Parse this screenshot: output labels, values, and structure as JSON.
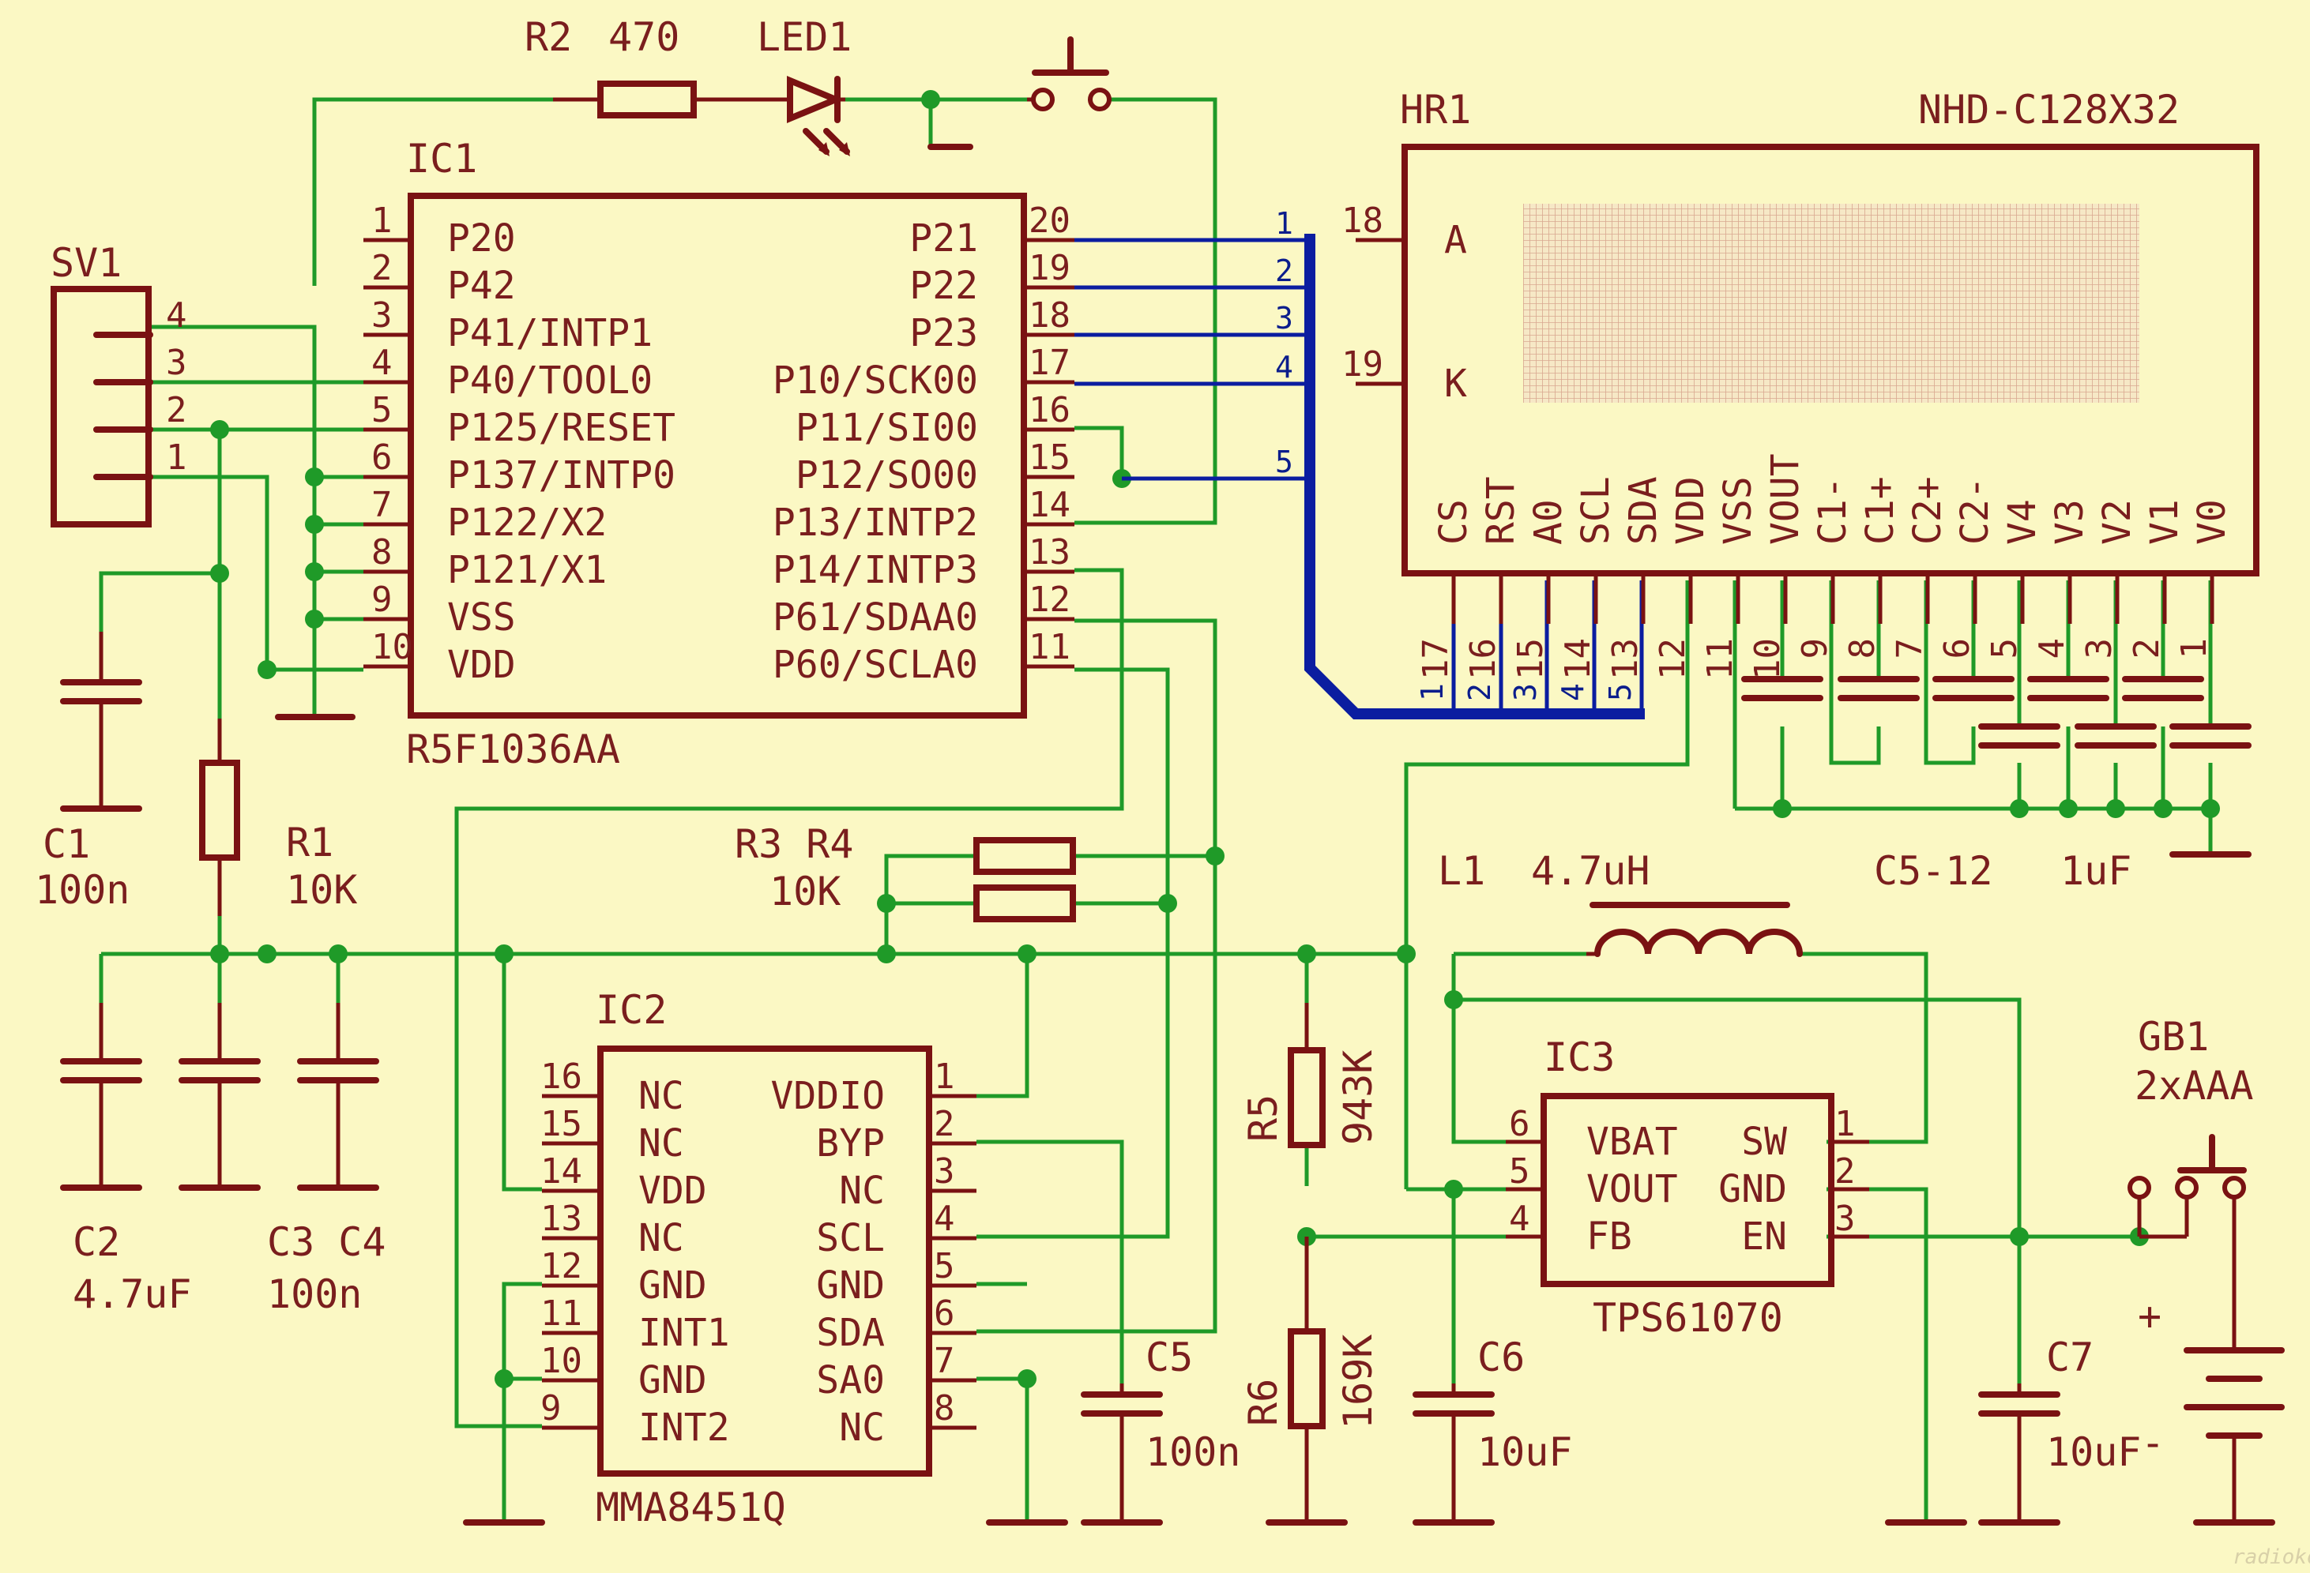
{
  "parts": {
    "ic1": {
      "name": "IC1",
      "value": "R5F1036AA",
      "left": [
        {
          "n": "1",
          "f": "P20"
        },
        {
          "n": "2",
          "f": "P42"
        },
        {
          "n": "3",
          "f": "P41/INTP1"
        },
        {
          "n": "4",
          "f": "P40/TOOL0"
        },
        {
          "n": "5",
          "f": "P125/RESET"
        },
        {
          "n": "6",
          "f": "P137/INTP0"
        },
        {
          "n": "7",
          "f": "P122/X2"
        },
        {
          "n": "8",
          "f": "P121/X1"
        },
        {
          "n": "9",
          "f": "VSS"
        },
        {
          "n": "10",
          "f": "VDD"
        }
      ],
      "right": [
        {
          "n": "20",
          "f": "P21"
        },
        {
          "n": "19",
          "f": "P22"
        },
        {
          "n": "18",
          "f": "P23"
        },
        {
          "n": "17",
          "f": "P10/SCK00"
        },
        {
          "n": "16",
          "f": "P11/SI00"
        },
        {
          "n": "15",
          "f": "P12/SO00"
        },
        {
          "n": "14",
          "f": "P13/INTP2"
        },
        {
          "n": "13",
          "f": "P14/INTP3"
        },
        {
          "n": "12",
          "f": "P61/SDAA0"
        },
        {
          "n": "11",
          "f": "P60/SCLA0"
        }
      ]
    },
    "ic2": {
      "name": "IC2",
      "value": "MMA8451Q",
      "left": [
        {
          "n": "16",
          "f": "NC"
        },
        {
          "n": "15",
          "f": "NC"
        },
        {
          "n": "14",
          "f": "VDD"
        },
        {
          "n": "13",
          "f": "NC"
        },
        {
          "n": "12",
          "f": "GND"
        },
        {
          "n": "11",
          "f": "INT1"
        },
        {
          "n": "10",
          "f": "GND"
        },
        {
          "n": "9",
          "f": "INT2"
        }
      ],
      "right": [
        {
          "n": "1",
          "f": "VDDIO"
        },
        {
          "n": "2",
          "f": "BYP"
        },
        {
          "n": "3",
          "f": "NC"
        },
        {
          "n": "4",
          "f": "SCL"
        },
        {
          "n": "5",
          "f": "GND"
        },
        {
          "n": "6",
          "f": "SDA"
        },
        {
          "n": "7",
          "f": "SA0"
        },
        {
          "n": "8",
          "f": "NC"
        }
      ]
    },
    "ic3": {
      "name": "IC3",
      "value": "TPS61070",
      "left": [
        {
          "n": "6",
          "f": "VBAT"
        },
        {
          "n": "5",
          "f": "VOUT"
        },
        {
          "n": "4",
          "f": "FB"
        }
      ],
      "right": [
        {
          "n": "1",
          "f": "SW"
        },
        {
          "n": "2",
          "f": "GND"
        },
        {
          "n": "3",
          "f": "EN"
        }
      ]
    },
    "hr1": {
      "name": "HR1",
      "value": "NHD-C128X32",
      "side": [
        {
          "n": "18",
          "f": "A"
        },
        {
          "n": "19",
          "f": "K"
        }
      ],
      "bottom": [
        {
          "n": "17",
          "f": "CS"
        },
        {
          "n": "16",
          "f": "RST"
        },
        {
          "n": "15",
          "f": "A0"
        },
        {
          "n": "14",
          "f": "SCL"
        },
        {
          "n": "13",
          "f": "SDA"
        },
        {
          "n": "12",
          "f": "VDD"
        },
        {
          "n": "11",
          "f": "VSS"
        },
        {
          "n": "10",
          "f": "VOUT"
        },
        {
          "n": "9",
          "f": "C1-"
        },
        {
          "n": "8",
          "f": "C1+"
        },
        {
          "n": "7",
          "f": "C2+"
        },
        {
          "n": "6",
          "f": "C2-"
        },
        {
          "n": "5",
          "f": "V4"
        },
        {
          "n": "4",
          "f": "V3"
        },
        {
          "n": "3",
          "f": "V2"
        },
        {
          "n": "2",
          "f": "V1"
        },
        {
          "n": "1",
          "f": "V0"
        }
      ]
    },
    "sv1": {
      "name": "SV1",
      "pins": [
        "4",
        "3",
        "2",
        "1"
      ]
    },
    "r2": {
      "name": "R2",
      "value": "470"
    },
    "led1": {
      "name": "LED1"
    },
    "r1": {
      "name": "R1",
      "value": "10K"
    },
    "r34": {
      "name": "R3 R4",
      "value": "10K"
    },
    "r5": {
      "name": "R5",
      "value": "943K"
    },
    "r6": {
      "name": "R6",
      "value": "169K"
    },
    "l1": {
      "name": "L1",
      "value": "4.7uH"
    },
    "c1": {
      "name": "C1",
      "value": "100n"
    },
    "c2": {
      "name": "C2",
      "value": "4.7uF"
    },
    "c34": {
      "name": "C3 C4",
      "value": "100n"
    },
    "c5": {
      "name": "C5",
      "value": "100n"
    },
    "c512": {
      "name": "C5-12",
      "value": "1uF"
    },
    "c6": {
      "name": "C6",
      "value": "10uF"
    },
    "c7": {
      "name": "C7",
      "value": "10uF"
    },
    "gb1": {
      "name": "GB1",
      "value": "2xAAA",
      "plus": "+",
      "minus": "-"
    }
  },
  "bus_numbers": {
    "left": [
      "1",
      "2",
      "3",
      "4",
      "5"
    ],
    "bottom": [
      "1",
      "2",
      "3",
      "4",
      "5"
    ]
  },
  "watermark": "radiokot.ru"
}
